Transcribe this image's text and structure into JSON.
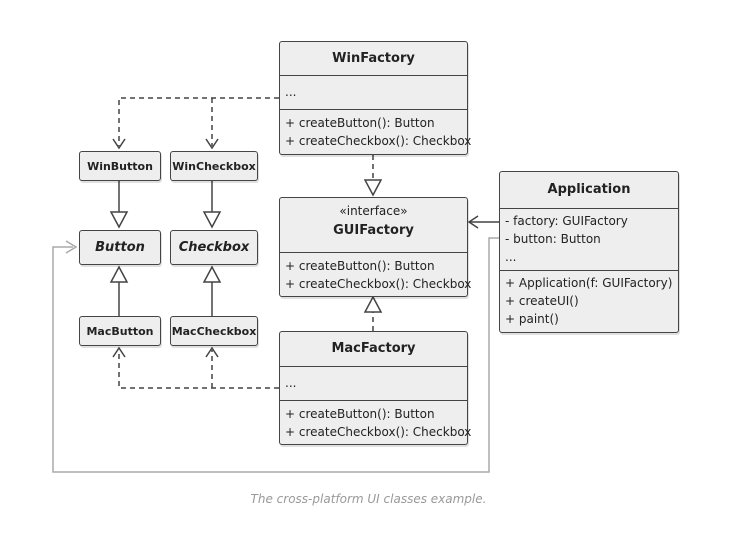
{
  "classes": {
    "win_factory": {
      "name": "WinFactory",
      "fields": [
        "..."
      ],
      "methods": [
        "+ createButton(): Button",
        "+ createCheckbox(): Checkbox"
      ]
    },
    "gui_factory": {
      "stereotype": "«interface»",
      "name": "GUIFactory",
      "methods": [
        "+ createButton(): Button",
        "+ createCheckbox(): Checkbox"
      ]
    },
    "mac_factory": {
      "name": "MacFactory",
      "fields": [
        "..."
      ],
      "methods": [
        "+ createButton(): Button",
        "+ createCheckbox(): Checkbox"
      ]
    },
    "application": {
      "name": "Application",
      "fields": [
        "- factory: GUIFactory",
        "- button: Button",
        "..."
      ],
      "methods": [
        "+ Application(f: GUIFactory)",
        "+ createUI()",
        "+ paint()"
      ]
    }
  },
  "products": {
    "win_button": "WinButton",
    "win_checkbox": "WinCheckbox",
    "button": "Button",
    "checkbox": "Checkbox",
    "mac_button": "MacButton",
    "mac_checkbox": "MacCheckbox"
  },
  "caption": "The cross-platform UI classes example."
}
